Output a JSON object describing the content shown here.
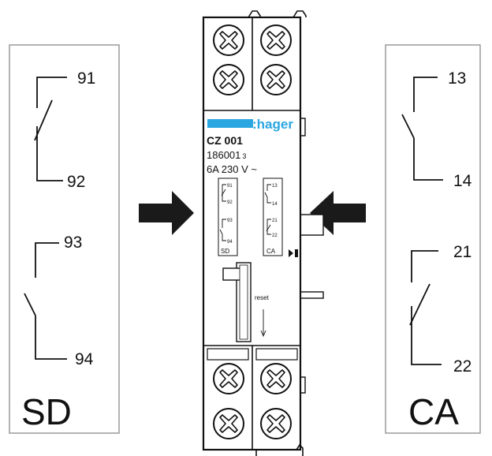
{
  "colors": {
    "brand": "#2aa6e0",
    "ink": "#111111",
    "arrow": "#1a1a1a",
    "panel_border": "#9a9a9a"
  },
  "icons": {
    "screw": "screw-terminal-icon",
    "arrow_left": "arrow-right-icon",
    "arrow_right": "arrow-left-icon"
  },
  "left_panel": {
    "label": "SD",
    "top_contact": {
      "upper": "91",
      "lower": "92",
      "type": "normally-closed"
    },
    "bottom_contact": {
      "upper": "93",
      "lower": "94",
      "type": "normally-open"
    }
  },
  "right_panel": {
    "label": "CA",
    "top_contact": {
      "upper": "13",
      "lower": "14",
      "type": "normally-open"
    },
    "bottom_contact": {
      "upper": "21",
      "lower": "22",
      "type": "normally-closed"
    }
  },
  "device": {
    "brand": ":hager",
    "model": "CZ 001",
    "part_main": "186001",
    "part_suffix": "3",
    "rating": "6A  230 V ~",
    "sd_window": {
      "t1": "91",
      "t2": "92",
      "t3": "93",
      "t4": "94",
      "label": "SD"
    },
    "ca_window": {
      "t1": "13",
      "t2": "14",
      "t3": "21",
      "t4": "22",
      "label": "CA"
    },
    "reset_label": "reset"
  }
}
